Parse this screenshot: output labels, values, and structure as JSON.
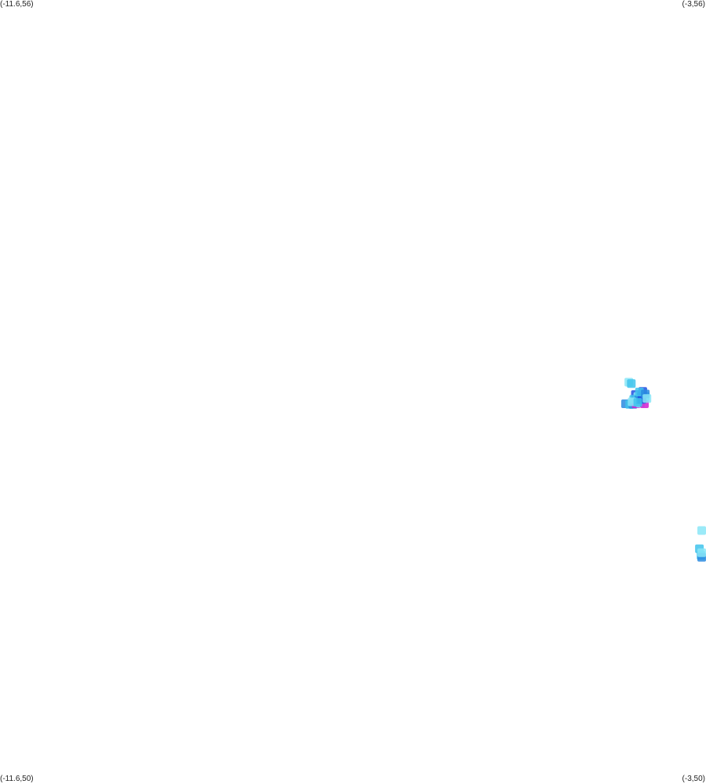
{
  "corners": {
    "top_left": "(-11.6,56)",
    "top_right": "(-3,56)",
    "bottom_left": "(-11.6,50)",
    "bottom_right": "(-3,50)"
  },
  "extent": {
    "lon_min": -11.6,
    "lon_max": -3,
    "lat_min": 50,
    "lat_max": 56
  },
  "colors": {
    "background": "#ffffff",
    "light_cyan": "#8ae6f7",
    "cyan": "#3fc3ec",
    "mid_blue": "#2a8be0",
    "blue": "#1f4fe0",
    "magenta": "#d21fd0"
  },
  "points": [
    {
      "lon": -3.94,
      "lat": 53.075,
      "color": "light_cyan"
    },
    {
      "lon": -3.91,
      "lat": 53.065,
      "color": "cyan"
    },
    {
      "lon": -3.98,
      "lat": 52.91,
      "color": "mid_blue"
    },
    {
      "lon": -3.93,
      "lat": 52.905,
      "color": "cyan"
    },
    {
      "lon": -3.89,
      "lat": 52.905,
      "color": "mid_blue"
    },
    {
      "lon": -3.85,
      "lat": 52.91,
      "color": "magenta"
    },
    {
      "lon": -3.8,
      "lat": 52.915,
      "color": "light_cyan"
    },
    {
      "lon": -3.75,
      "lat": 52.91,
      "color": "magenta"
    },
    {
      "lon": -3.86,
      "lat": 52.98,
      "color": "blue"
    },
    {
      "lon": -3.83,
      "lat": 52.965,
      "color": "light_cyan"
    },
    {
      "lon": -3.79,
      "lat": 52.965,
      "color": "blue"
    },
    {
      "lon": -3.74,
      "lat": 52.965,
      "color": "cyan"
    },
    {
      "lon": -3.88,
      "lat": 52.945,
      "color": "cyan"
    },
    {
      "lon": -3.82,
      "lat": 52.94,
      "color": "mid_blue"
    },
    {
      "lon": -3.78,
      "lat": 52.945,
      "color": "blue"
    },
    {
      "lon": -3.77,
      "lat": 53.005,
      "color": "blue"
    },
    {
      "lon": -3.81,
      "lat": 53.0,
      "color": "cyan"
    },
    {
      "lon": -3.74,
      "lat": 52.985,
      "color": "mid_blue"
    },
    {
      "lon": -3.72,
      "lat": 52.95,
      "color": "light_cyan"
    },
    {
      "lon": -3.9,
      "lat": 52.925,
      "color": "light_cyan"
    },
    {
      "lon": -3.83,
      "lat": 52.92,
      "color": "cyan"
    },
    {
      "lon": -3.01,
      "lat": 51.94,
      "color": "light_cyan"
    },
    {
      "lon": -3.08,
      "lat": 51.8,
      "color": "cyan"
    },
    {
      "lon": -3.06,
      "lat": 51.75,
      "color": "cyan"
    },
    {
      "lon": -3.02,
      "lat": 51.735,
      "color": "mid_blue"
    },
    {
      "lon": -3.04,
      "lat": 51.77,
      "color": "light_cyan"
    }
  ]
}
